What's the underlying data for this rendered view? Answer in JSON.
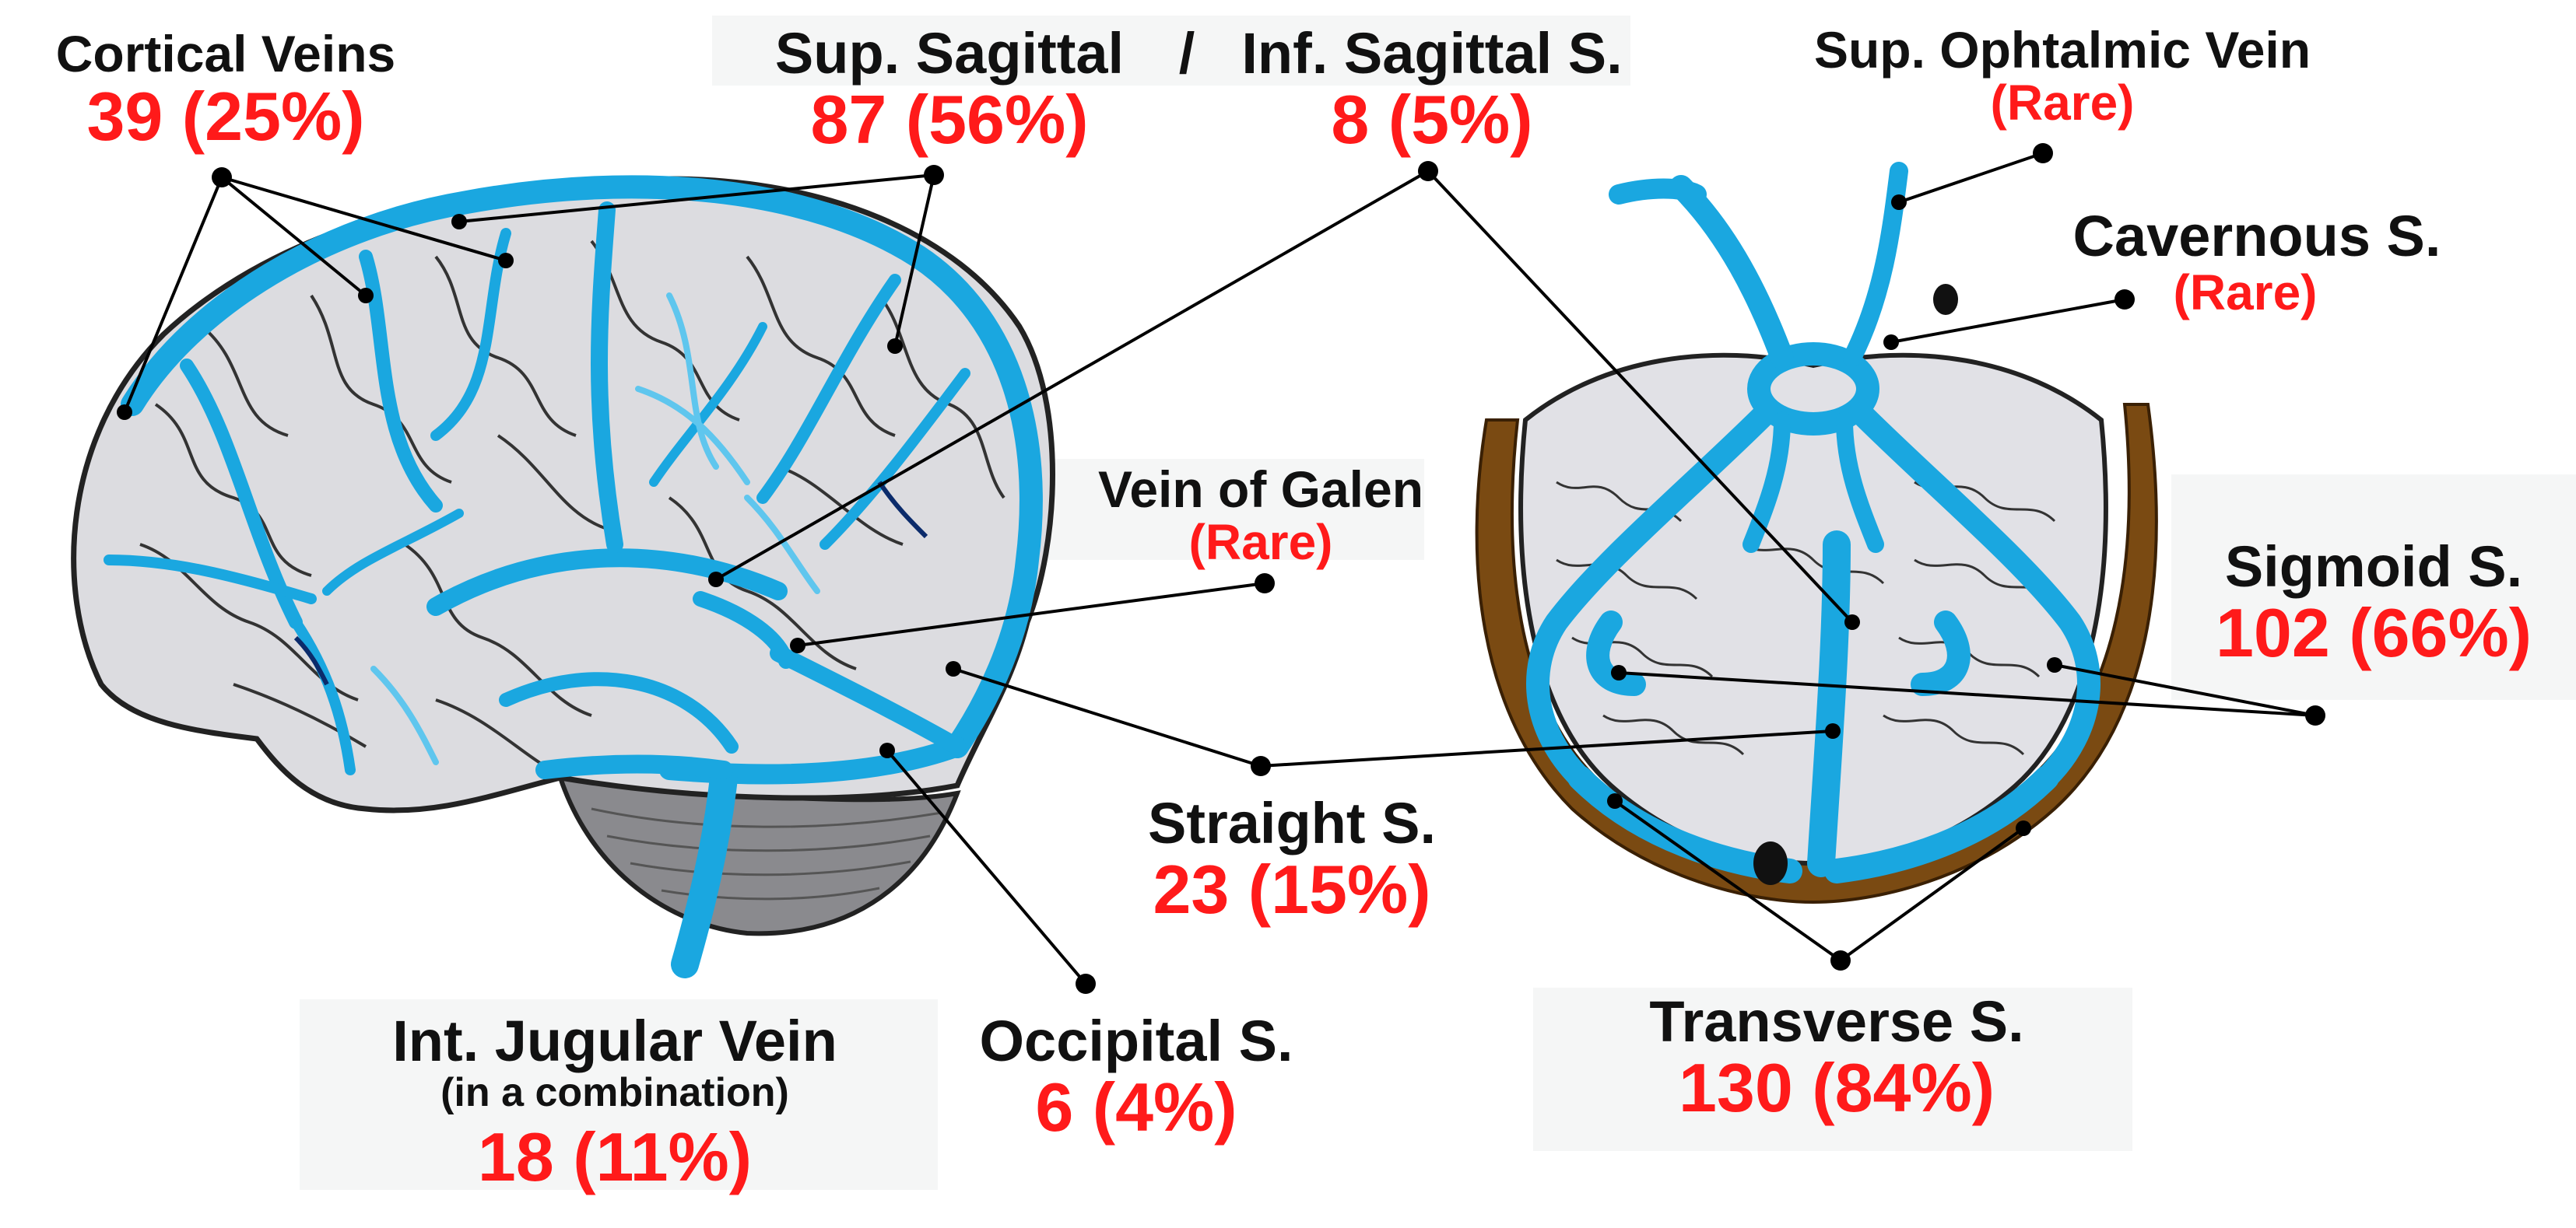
{
  "colors": {
    "vein": "#1aa7e0",
    "vein_dark": "#0c6f9b",
    "brain": "#d9d9de",
    "tentorium": "#7a4a12",
    "value_red": "#ff1a1a",
    "leader": "#000000"
  },
  "labels": {
    "cortical": {
      "name": "Cortical Veins",
      "value": "39 (25%)"
    },
    "sup_sagittal": {
      "name": "Sup. Sagittal",
      "value": "87 (56%)"
    },
    "divider": "/",
    "inf_sagittal": {
      "name": "Inf. Sagittal S.",
      "value": "8 (5%)"
    },
    "sup_ophtalmic": {
      "name": "Sup. Ophtalmic Vein",
      "value": "(Rare)"
    },
    "cavernous": {
      "name": "Cavernous S.",
      "value": "(Rare)"
    },
    "vein_galen": {
      "name": "Vein of Galen",
      "value": "(Rare)"
    },
    "sigmoid": {
      "name": "Sigmoid S.",
      "value": "102 (66%)"
    },
    "straight": {
      "name": "Straight S.",
      "value": "23 (15%)"
    },
    "transverse": {
      "name": "Transverse S.",
      "value": "130 (84%)"
    },
    "int_jugular": {
      "name": "Int. Jugular Vein",
      "sub": "(in a combination)",
      "value": "18 (11%)"
    },
    "occipital": {
      "name": "Occipital S.",
      "value": "6 (4%)"
    }
  }
}
